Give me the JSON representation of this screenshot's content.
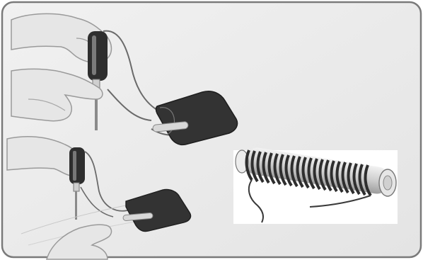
{
  "figure": {
    "panels": [
      {
        "name": "top-demo",
        "icon": "hand-holding-screwdriver-icon"
      },
      {
        "name": "bottom-demo",
        "icon": "hand-holding-screwdriver-icon"
      },
      {
        "name": "coil-inset",
        "icon": "wire-coil-icon"
      }
    ],
    "colors": {
      "panel_bg": "#ececec",
      "border": "#7a7a7a",
      "skin_fill": "#e6e6e6",
      "skin_stroke": "#9a9a9a",
      "handle": "#2e2e2e",
      "wire": "#6a6a6a",
      "pad": "#333333",
      "tube": "#d6d6d6"
    }
  }
}
